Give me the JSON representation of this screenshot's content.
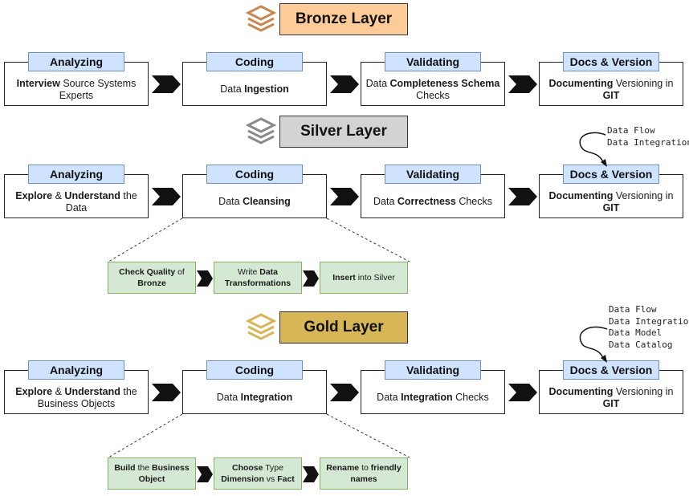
{
  "colors": {
    "bronze": "#ffcc99",
    "silver": "#d3d3d3",
    "gold": "#d6b656",
    "tab_fill": "#cfe3ff",
    "substep_fill": "#d5e8d4",
    "substep_border": "#82b366"
  },
  "bronze": {
    "title": "Bronze Layer",
    "icon": "layers-icon",
    "steps": [
      {
        "tab": "Analyzing",
        "text": [
          {
            "t": "Interview",
            "b": true
          },
          {
            "t": " Source Systems Experts",
            "b": false
          }
        ]
      },
      {
        "tab": "Coding",
        "text": [
          {
            "t": "Data ",
            "b": false
          },
          {
            "t": "Ingestion",
            "b": true
          }
        ]
      },
      {
        "tab": "Validating",
        "text": [
          {
            "t": "Data ",
            "b": false
          },
          {
            "t": "Completeness Schema",
            "b": true
          },
          {
            "t": " Checks",
            "b": false
          }
        ]
      },
      {
        "tab": "Docs & Version",
        "text": [
          {
            "t": "Documenting",
            "b": true
          },
          {
            "t": " Versioning in ",
            "b": false
          },
          {
            "t": "GIT",
            "b": true
          }
        ]
      }
    ]
  },
  "silver": {
    "title": "Silver Layer",
    "icon": "layers-icon",
    "steps": [
      {
        "tab": "Analyzing",
        "text": [
          {
            "t": "Explore",
            "b": true
          },
          {
            "t": " & ",
            "b": false
          },
          {
            "t": "Understand",
            "b": true
          },
          {
            "t": " the Data",
            "b": false
          }
        ]
      },
      {
        "tab": "Coding",
        "text": [
          {
            "t": "Data ",
            "b": false
          },
          {
            "t": "Cleansing",
            "b": true
          }
        ]
      },
      {
        "tab": "Validating",
        "text": [
          {
            "t": "Data ",
            "b": false
          },
          {
            "t": "Correctness",
            "b": true
          },
          {
            "t": " Checks",
            "b": false
          }
        ]
      },
      {
        "tab": "Docs & Version",
        "text": [
          {
            "t": "Documenting",
            "b": true
          },
          {
            "t": " Versioning in ",
            "b": false
          },
          {
            "t": "GIT",
            "b": true
          }
        ]
      }
    ],
    "note_lines": [
      "Data Flow",
      "Data Integration"
    ],
    "substeps": [
      [
        {
          "t": "Check Quality",
          "b": true
        },
        {
          "t": " of ",
          "b": false
        },
        {
          "t": "Bronze",
          "b": true
        }
      ],
      [
        {
          "t": "Write ",
          "b": false
        },
        {
          "t": "Data Transformations",
          "b": true
        }
      ],
      [
        {
          "t": "Insert",
          "b": true
        },
        {
          "t": " into Silver",
          "b": false
        }
      ]
    ]
  },
  "gold": {
    "title": "Gold Layer",
    "icon": "layers-icon",
    "steps": [
      {
        "tab": "Analyzing",
        "text": [
          {
            "t": "Explore",
            "b": true
          },
          {
            "t": " & ",
            "b": false
          },
          {
            "t": "Understand",
            "b": true
          },
          {
            "t": " the Business Objects",
            "b": false
          }
        ]
      },
      {
        "tab": "Coding",
        "text": [
          {
            "t": "Data ",
            "b": false
          },
          {
            "t": "Integration",
            "b": true
          }
        ]
      },
      {
        "tab": "Validating",
        "text": [
          {
            "t": "Data ",
            "b": false
          },
          {
            "t": "Integration",
            "b": true
          },
          {
            "t": " Checks",
            "b": false
          }
        ]
      },
      {
        "tab": "Docs & Version",
        "text": [
          {
            "t": "Documenting",
            "b": true
          },
          {
            "t": " Versioning in ",
            "b": false
          },
          {
            "t": "GIT",
            "b": true
          }
        ]
      }
    ],
    "note_lines": [
      "Data Flow",
      "Data Integration",
      "Data Model",
      "Data Catalog"
    ],
    "substeps": [
      [
        {
          "t": "Build",
          "b": true
        },
        {
          "t": " the ",
          "b": false
        },
        {
          "t": "Business Object",
          "b": true
        }
      ],
      [
        {
          "t": "Choose",
          "b": true
        },
        {
          "t": " Type ",
          "b": false
        },
        {
          "t": "Dimension",
          "b": true
        },
        {
          "t": " vs ",
          "b": false
        },
        {
          "t": "Fact",
          "b": true
        }
      ],
      [
        {
          "t": "Rename",
          "b": true
        },
        {
          "t": " to ",
          "b": false
        },
        {
          "t": "friendly names",
          "b": true
        }
      ]
    ]
  }
}
